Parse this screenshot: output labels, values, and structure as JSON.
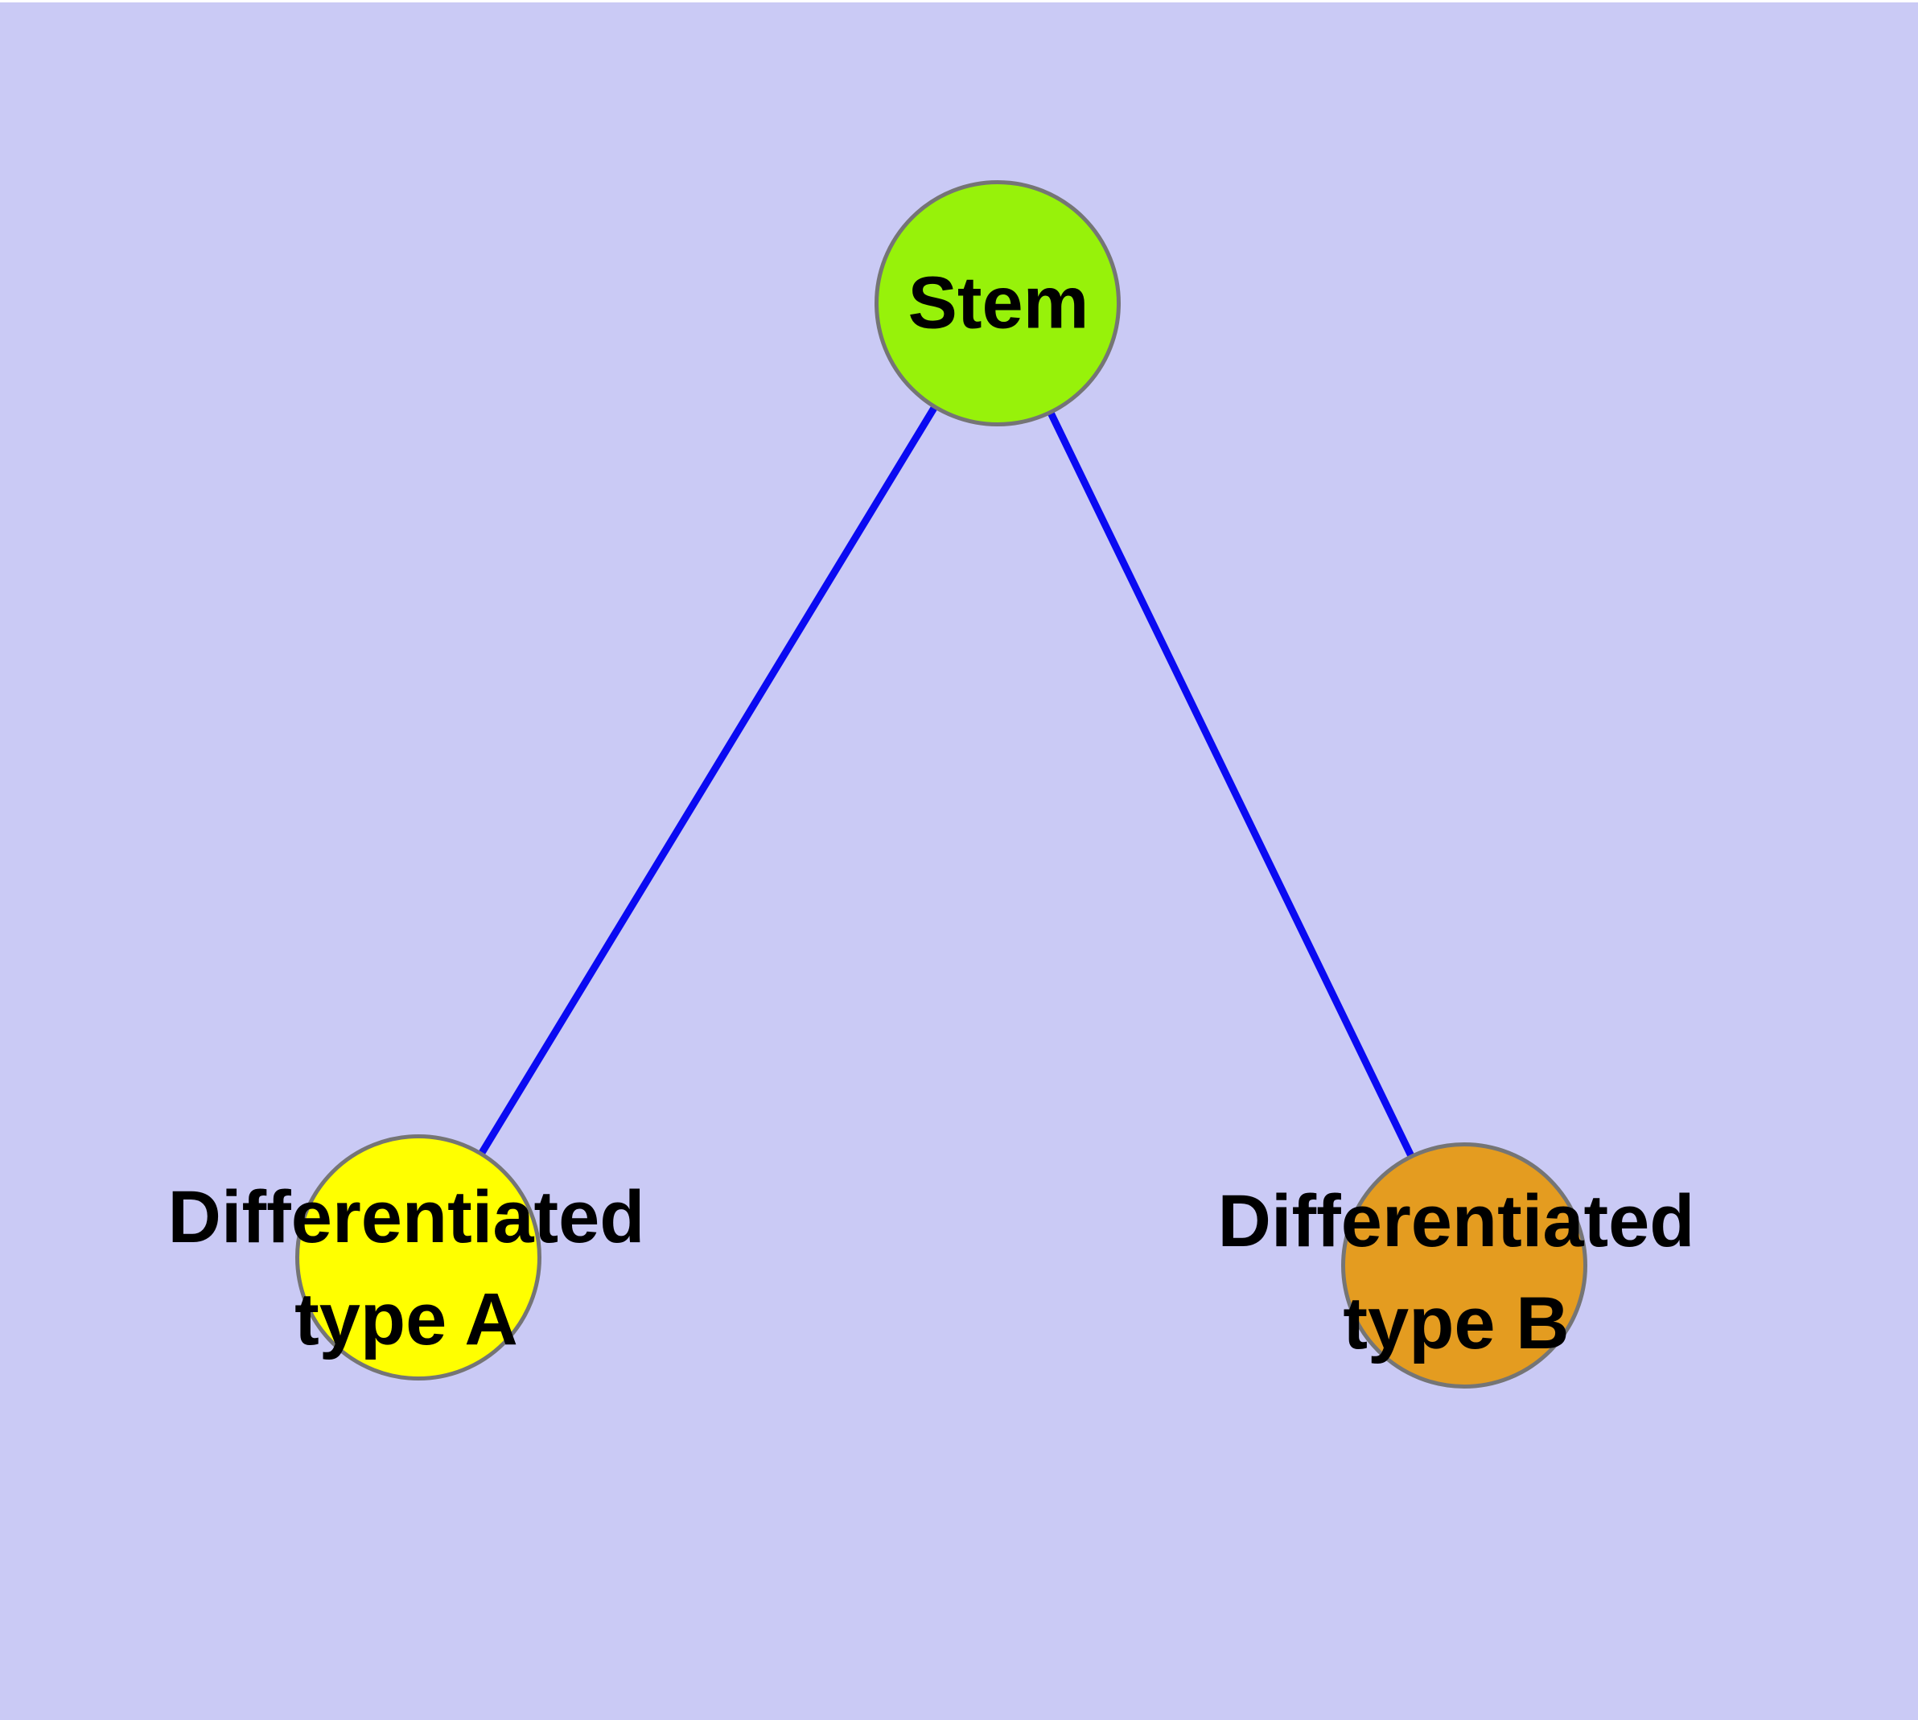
{
  "figure": {
    "type": "node-link-graph",
    "background_color": "#CACAF5",
    "edge_color": "#0A0AF2",
    "node_border_color": "#757575",
    "label_color": "#000000",
    "nodes": [
      {
        "id": "stem",
        "label": "Stem",
        "fill_color": "#97F20A"
      },
      {
        "id": "type-a",
        "label": "Differentiated\ntype A",
        "fill_color": "#FFFF00"
      },
      {
        "id": "type-b",
        "label": "Differentiated\ntype B",
        "fill_color": "#E49C20"
      }
    ],
    "edges": [
      {
        "from": "Stem",
        "to": "Differentiated type A"
      },
      {
        "from": "Stem",
        "to": "Differentiated type B"
      }
    ]
  }
}
